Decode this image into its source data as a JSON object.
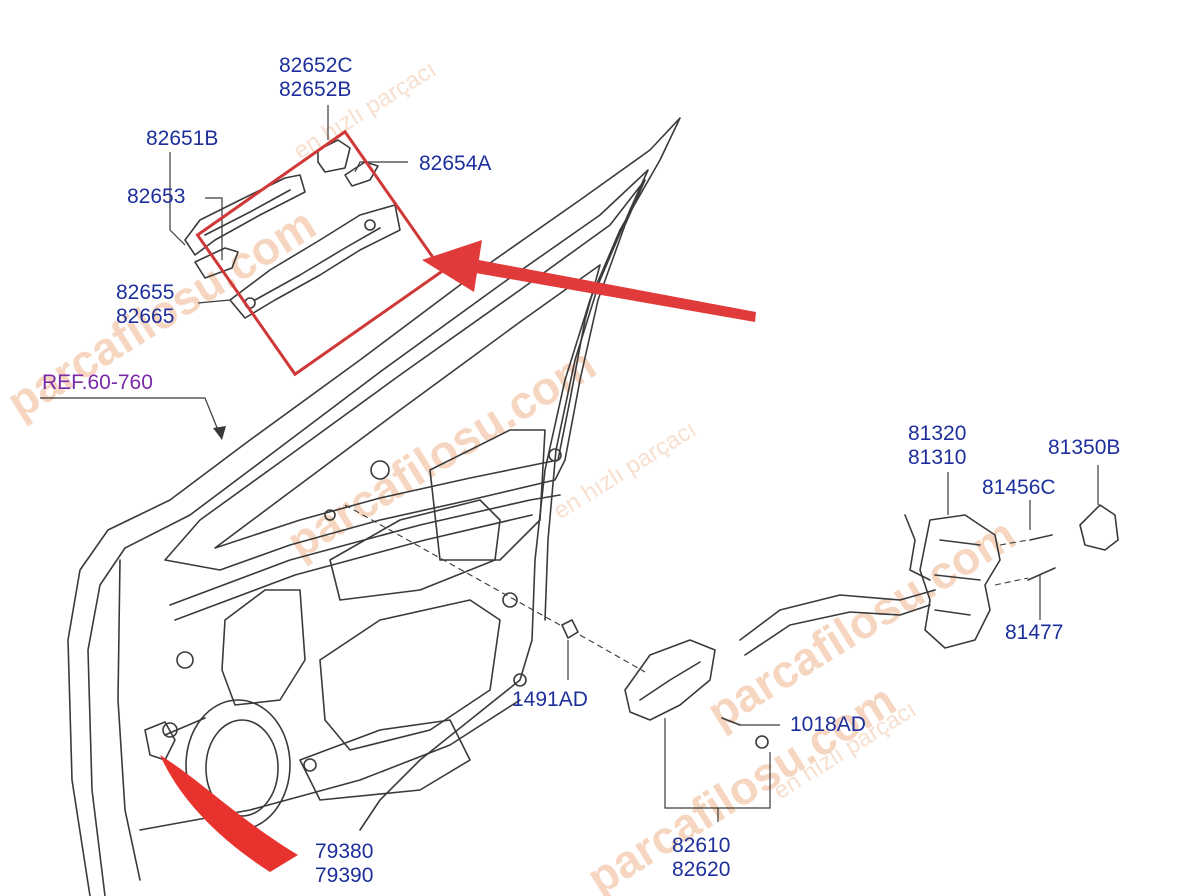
{
  "labels": {
    "p82652C": "82652C",
    "p82652B": "82652B",
    "p82651B": "82651B",
    "p82654A": "82654A",
    "p82653": "82653",
    "p82655": "82655",
    "p82665": "82665",
    "ref": "REF.60-760",
    "p81320": "81320",
    "p81310": "81310",
    "p81350B": "81350B",
    "p81456C": "81456C",
    "p81477": "81477",
    "p1491AD": "1491AD",
    "p1018AD": "1018AD",
    "p82610": "82610",
    "p82620": "82620",
    "p79380": "79380",
    "p79390": "79390"
  },
  "watermark": {
    "brand": "parcafilosu.com",
    "tagline": "en hızlı parçacı"
  },
  "colors": {
    "label": "#1d2f9c",
    "ref_label": "#7a2aa8",
    "line": "#3a3a3a",
    "highlight": "#d03838",
    "arrow": "#e03a3a",
    "watermark": "#f3c9ab"
  }
}
